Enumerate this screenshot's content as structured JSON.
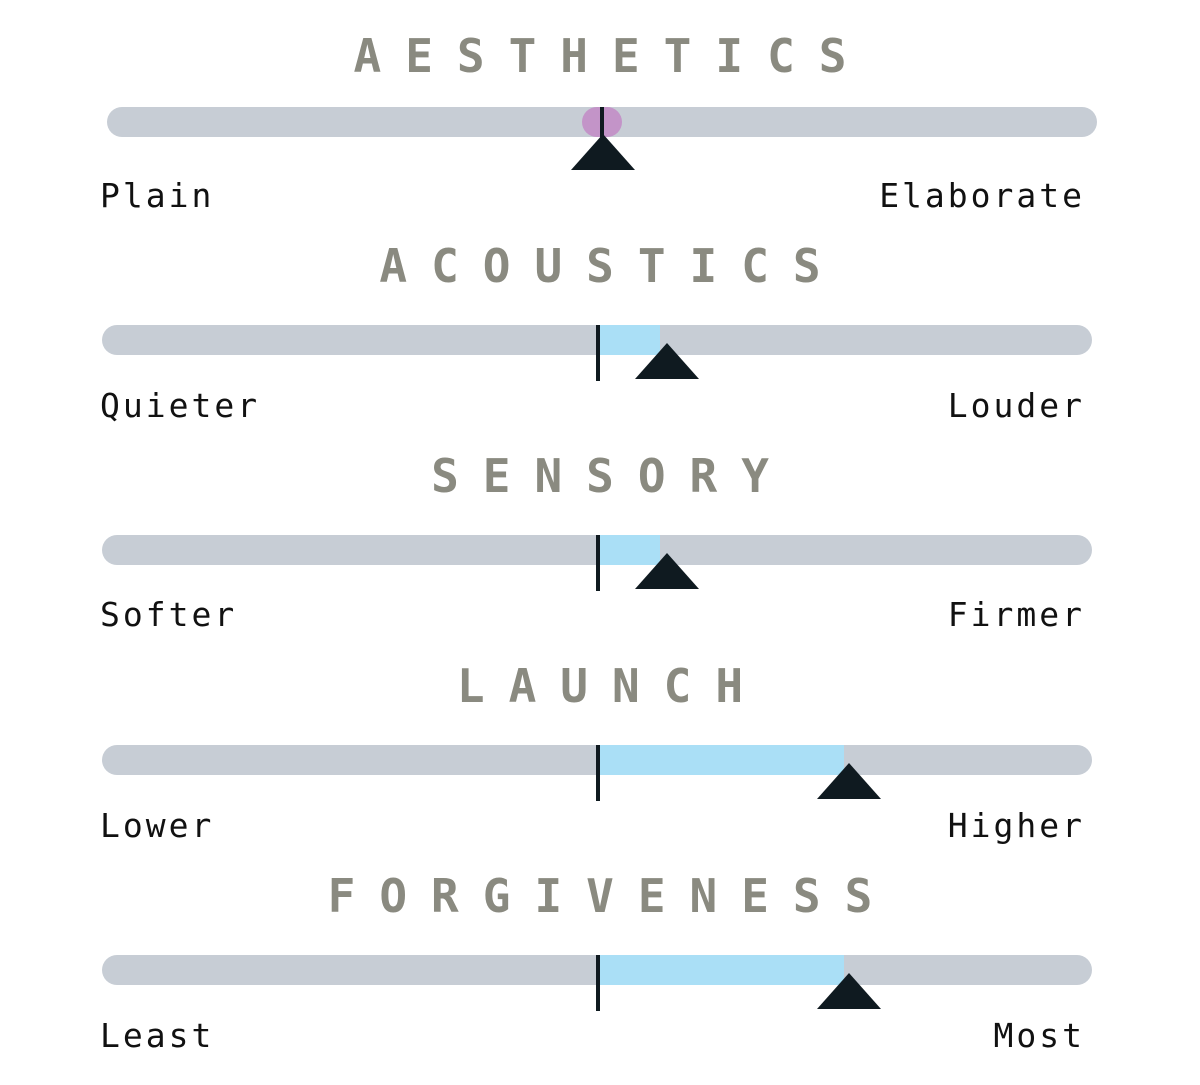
{
  "scales": [
    {
      "title": "AESTHETICS",
      "left_label": "Plain",
      "right_label": "Elaborate",
      "value": 0.0
    },
    {
      "title": "ACOUSTICS",
      "left_label": "Quieter",
      "right_label": "Louder",
      "value": 0.13
    },
    {
      "title": "SENSORY",
      "left_label": "Softer",
      "right_label": "Firmer",
      "value": 0.13
    },
    {
      "title": "LAUNCH",
      "left_label": "Lower",
      "right_label": "Higher",
      "value": 0.5
    },
    {
      "title": "FORGIVENESS",
      "left_label": "Least",
      "right_label": "Most",
      "value": 0.5
    }
  ],
  "colors": {
    "track": "#c7cdd5",
    "fill": "#aadff6",
    "marker": "#0f1a20",
    "title": "#8a8a80",
    "neutral_dot": "#c394c8"
  }
}
